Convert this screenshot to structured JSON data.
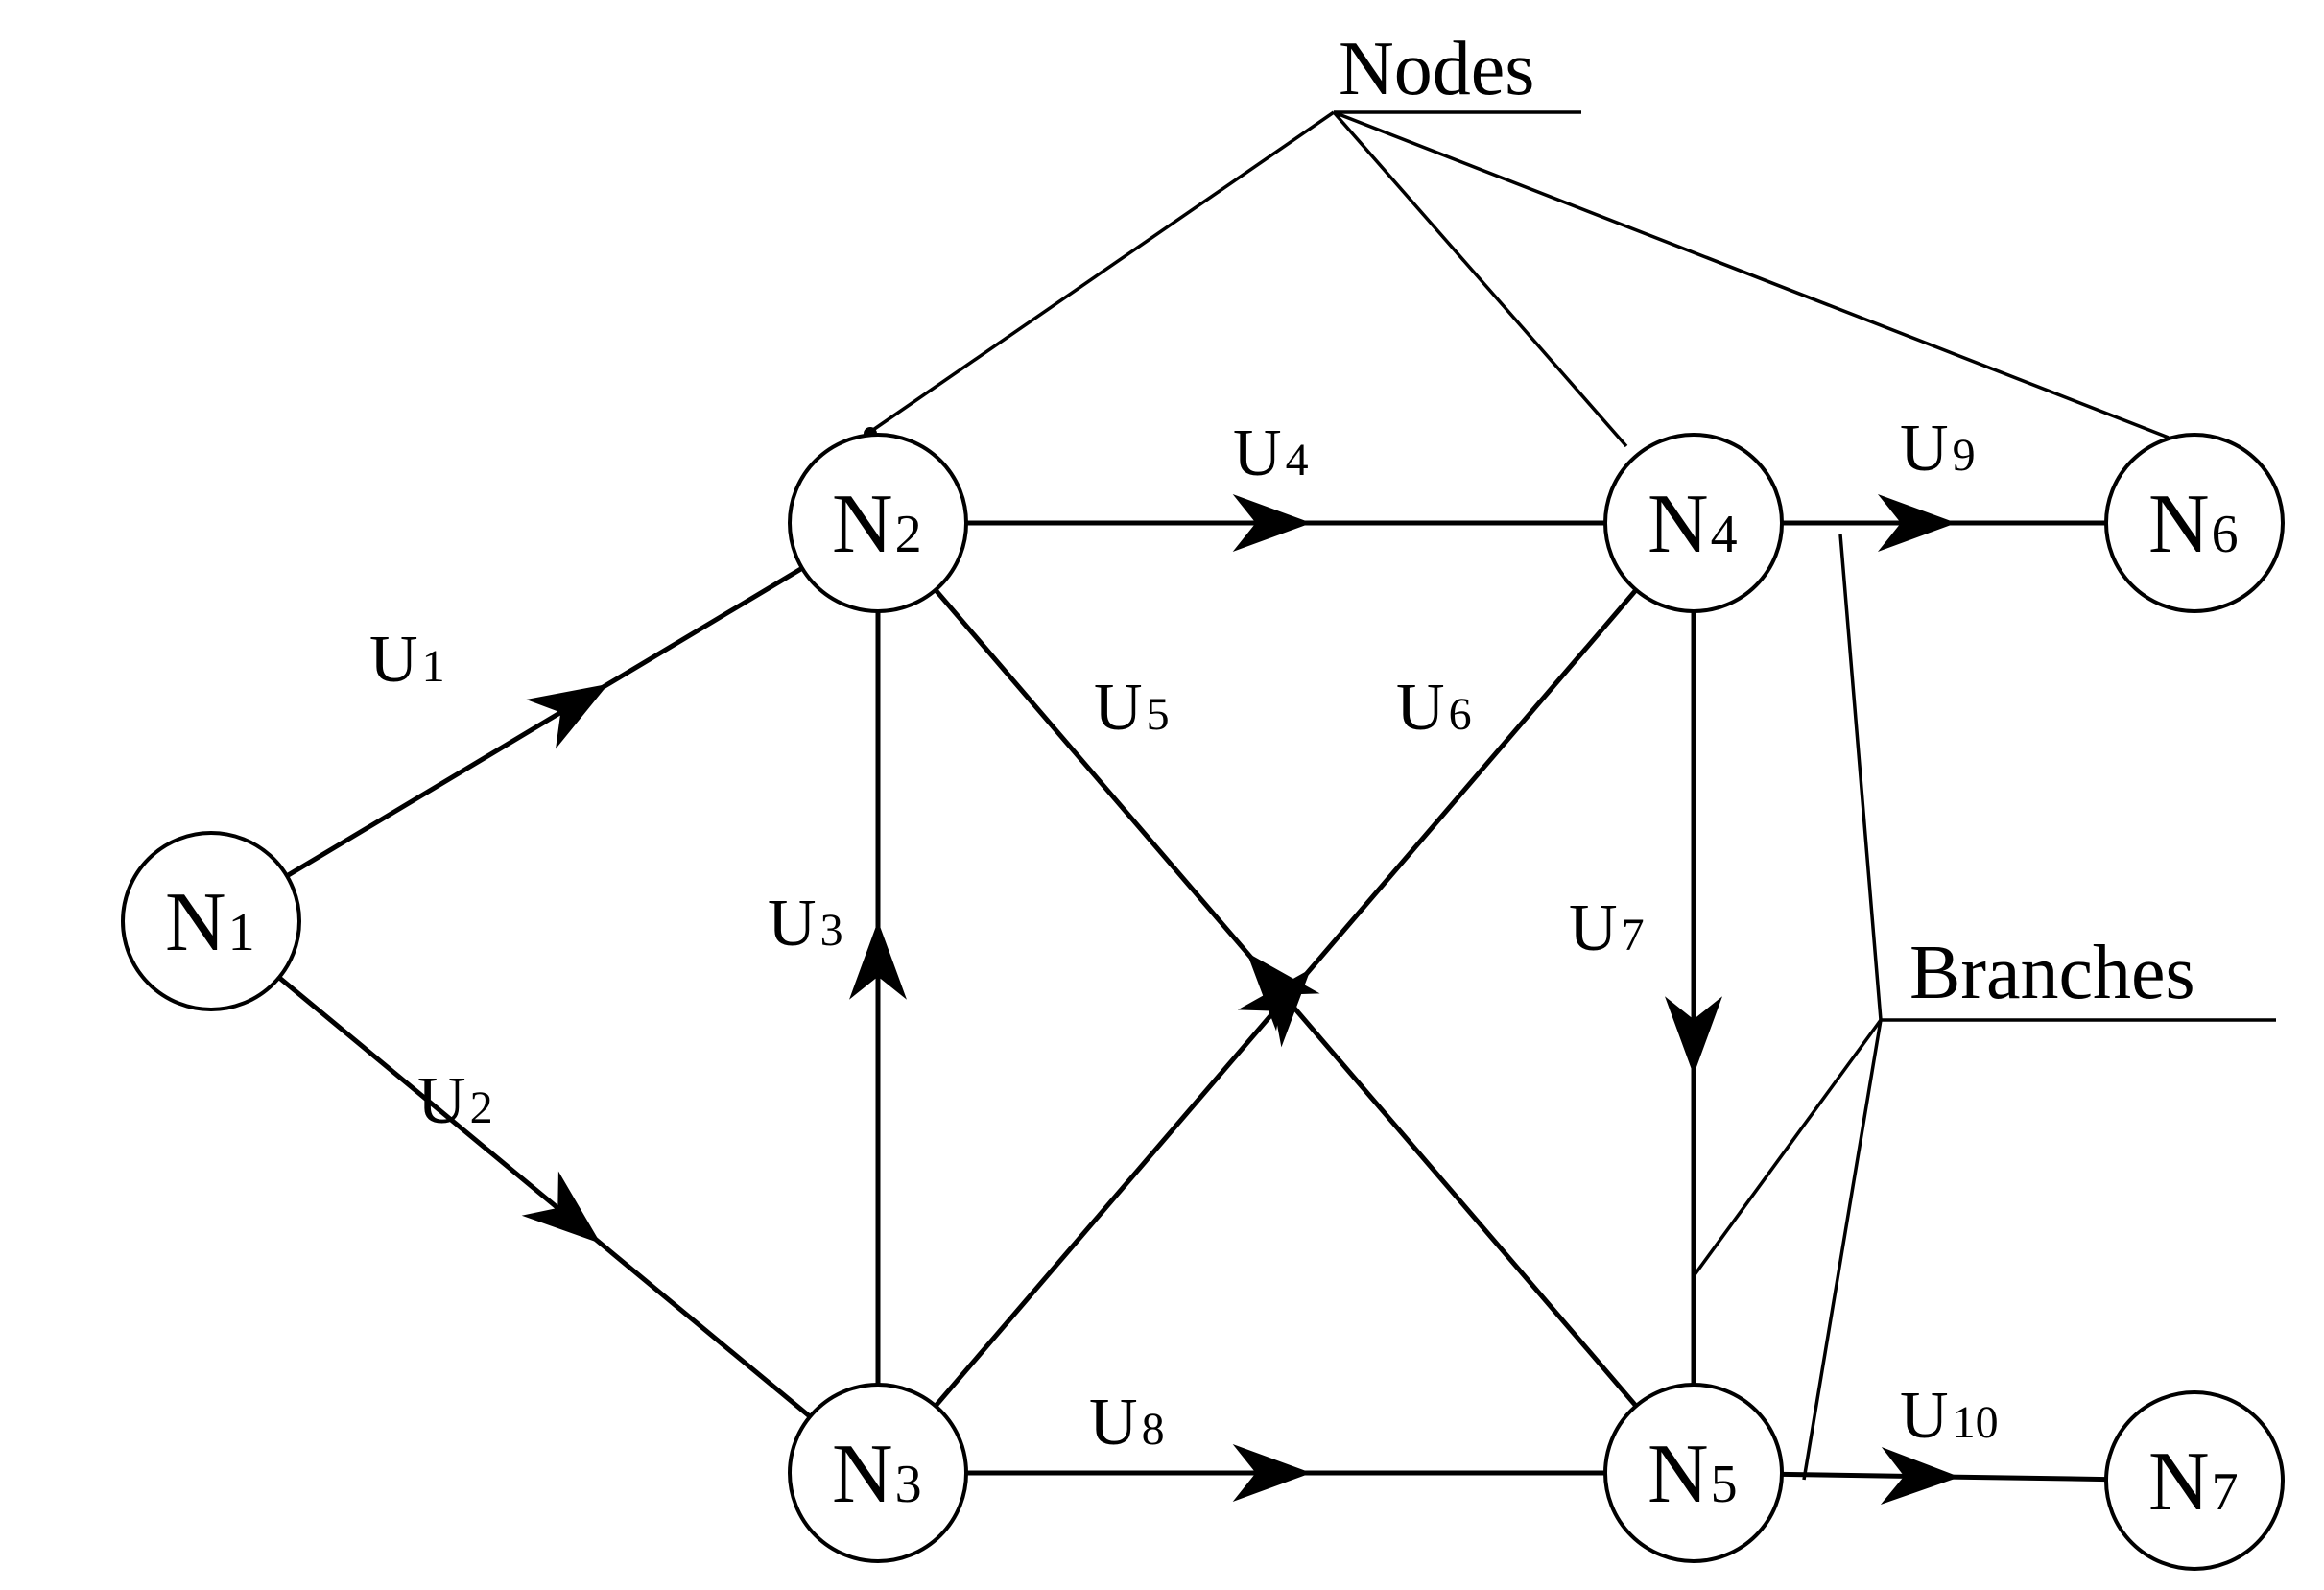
{
  "nodes": [
    {
      "id": "N1",
      "letter": "N",
      "sub": "1"
    },
    {
      "id": "N2",
      "letter": "N",
      "sub": "2"
    },
    {
      "id": "N3",
      "letter": "N",
      "sub": "3"
    },
    {
      "id": "N4",
      "letter": "N",
      "sub": "4"
    },
    {
      "id": "N5",
      "letter": "N",
      "sub": "5"
    },
    {
      "id": "N6",
      "letter": "N",
      "sub": "6"
    },
    {
      "id": "N7",
      "letter": "N",
      "sub": "7"
    }
  ],
  "edges": [
    {
      "id": "U1",
      "letter": "U",
      "sub": "1",
      "from": "N1",
      "to": "N2"
    },
    {
      "id": "U2",
      "letter": "U",
      "sub": "2",
      "from": "N1",
      "to": "N3"
    },
    {
      "id": "U3",
      "letter": "U",
      "sub": "3",
      "from": "N3",
      "to": "N2"
    },
    {
      "id": "U4",
      "letter": "U",
      "sub": "4",
      "from": "N2",
      "to": "N4"
    },
    {
      "id": "U5",
      "letter": "U",
      "sub": "5",
      "from": "N5",
      "to": "N2"
    },
    {
      "id": "U6",
      "letter": "U",
      "sub": "6",
      "from": "N3",
      "to": "N4"
    },
    {
      "id": "U7",
      "letter": "U",
      "sub": "7",
      "from": "N4",
      "to": "N5"
    },
    {
      "id": "U8",
      "letter": "U",
      "sub": "8",
      "from": "N3",
      "to": "N5"
    },
    {
      "id": "U9",
      "letter": "U",
      "sub": "9",
      "from": "N4",
      "to": "N6"
    },
    {
      "id": "U10",
      "letter": "U",
      "sub": "10",
      "from": "N5",
      "to": "N7"
    }
  ],
  "callouts": {
    "nodes": "Nodes",
    "branches": "Branches"
  }
}
